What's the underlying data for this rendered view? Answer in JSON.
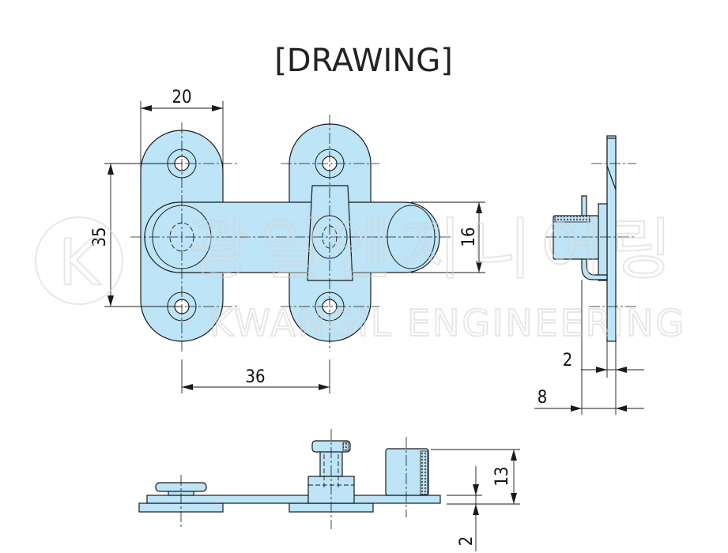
{
  "title": "[DRAWING]",
  "watermark": {
    "korean": "광일엔지니어링",
    "english": "KWANGIL ENGINEERING",
    "logo_letter": "K"
  },
  "dimensions": {
    "plate_width": "20",
    "hole_spacing_vertical": "35",
    "bar_height": "16",
    "hole_spacing_horizontal": "36",
    "side_plate_thickness": "2",
    "side_projection": "8",
    "knob_height": "13",
    "base_thickness": "2"
  },
  "colors": {
    "part_fill": "#bde4f7",
    "line": "#1a1a1a"
  }
}
